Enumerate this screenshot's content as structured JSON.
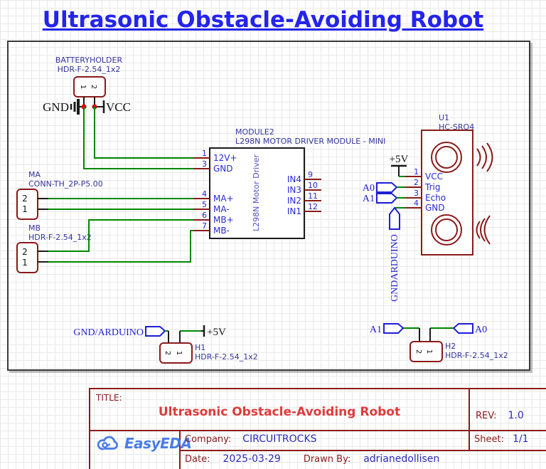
{
  "page_title": "Ultrasonic Obstacle-Avoiding Robot",
  "schematic": {
    "battery": {
      "ref": "BATTERYHOLDER",
      "part": "HDR-F-2.54_1x2",
      "pin1": "1",
      "pin2": "2"
    },
    "flags": {
      "gnd": "GND",
      "vcc": "VCC",
      "p5v": "+5V",
      "a0": "A0",
      "a1": "A1",
      "gnd_arduino": "GND/ARDUINO",
      "gnd_arduino_vertical": "GNDARDUINO"
    },
    "module": {
      "ref": "MODULE2",
      "part": "L298N MOTOR DRIVER MODULE - MINI",
      "body_label": "L298N Motor Driver",
      "left_pins": [
        {
          "num": "1",
          "name": "12V+"
        },
        {
          "num": "3",
          "name": "GND"
        },
        {
          "num": "4",
          "name": "MA+"
        },
        {
          "num": "5",
          "name": "MA-"
        },
        {
          "num": "6",
          "name": "MB+"
        },
        {
          "num": "7",
          "name": "MB-"
        }
      ],
      "right_pins": [
        {
          "num": "9",
          "name": "IN4"
        },
        {
          "num": "10",
          "name": "IN3"
        },
        {
          "num": "11",
          "name": "IN2"
        },
        {
          "num": "12",
          "name": "IN1"
        }
      ]
    },
    "ma": {
      "ref": "MA",
      "part": "CONN-TH_2P-P5.00",
      "pin2": "2",
      "pin1": "1"
    },
    "mb": {
      "ref": "MB",
      "part": "HDR-F-2.54_1x2",
      "pin2": "2",
      "pin1": "1"
    },
    "sensor": {
      "ref": "U1",
      "part": "HC-SRO4",
      "pins": [
        {
          "num": "1",
          "name": "VCC"
        },
        {
          "num": "2",
          "name": "Trig"
        },
        {
          "num": "3",
          "name": "Echo"
        },
        {
          "num": "4",
          "name": "GND"
        }
      ]
    },
    "h1": {
      "ref": "H1",
      "part": "HDR-F-2.54_1x2",
      "pin2": "2",
      "pin1": "1"
    },
    "h2": {
      "ref": "H2",
      "part": "HDR-F-2.54_1x2",
      "pin2": "2",
      "pin1": "1"
    }
  },
  "title_block": {
    "title_label": "TITLE:",
    "title": "Ultrasonic Obstacle-Avoiding Robot",
    "rev_label": "REV:",
    "rev": "1.0",
    "company_label": "Company:",
    "company": "CIRCUITROCKS",
    "sheet_label": "Sheet:",
    "sheet": "1/1",
    "date_label": "Date:",
    "date": "2025-03-29",
    "drawn_by_label": "Drawn By:",
    "drawn_by": "adrianedollisen",
    "logo_text": "EasyEDA"
  },
  "colors": {
    "wire_green": "#008800",
    "component_red": "#8b1a1a",
    "pin_blue": "#2828d8",
    "label_navy": "#34349e",
    "net_flag_blue": "#1f1fd6",
    "junction_red": "#d40000",
    "page_title_blue": "#2424ec",
    "tb_title_red": "#e03a3a",
    "tb_value_blue": "#2a2ab8",
    "logo_blue": "#4a7ce8"
  }
}
